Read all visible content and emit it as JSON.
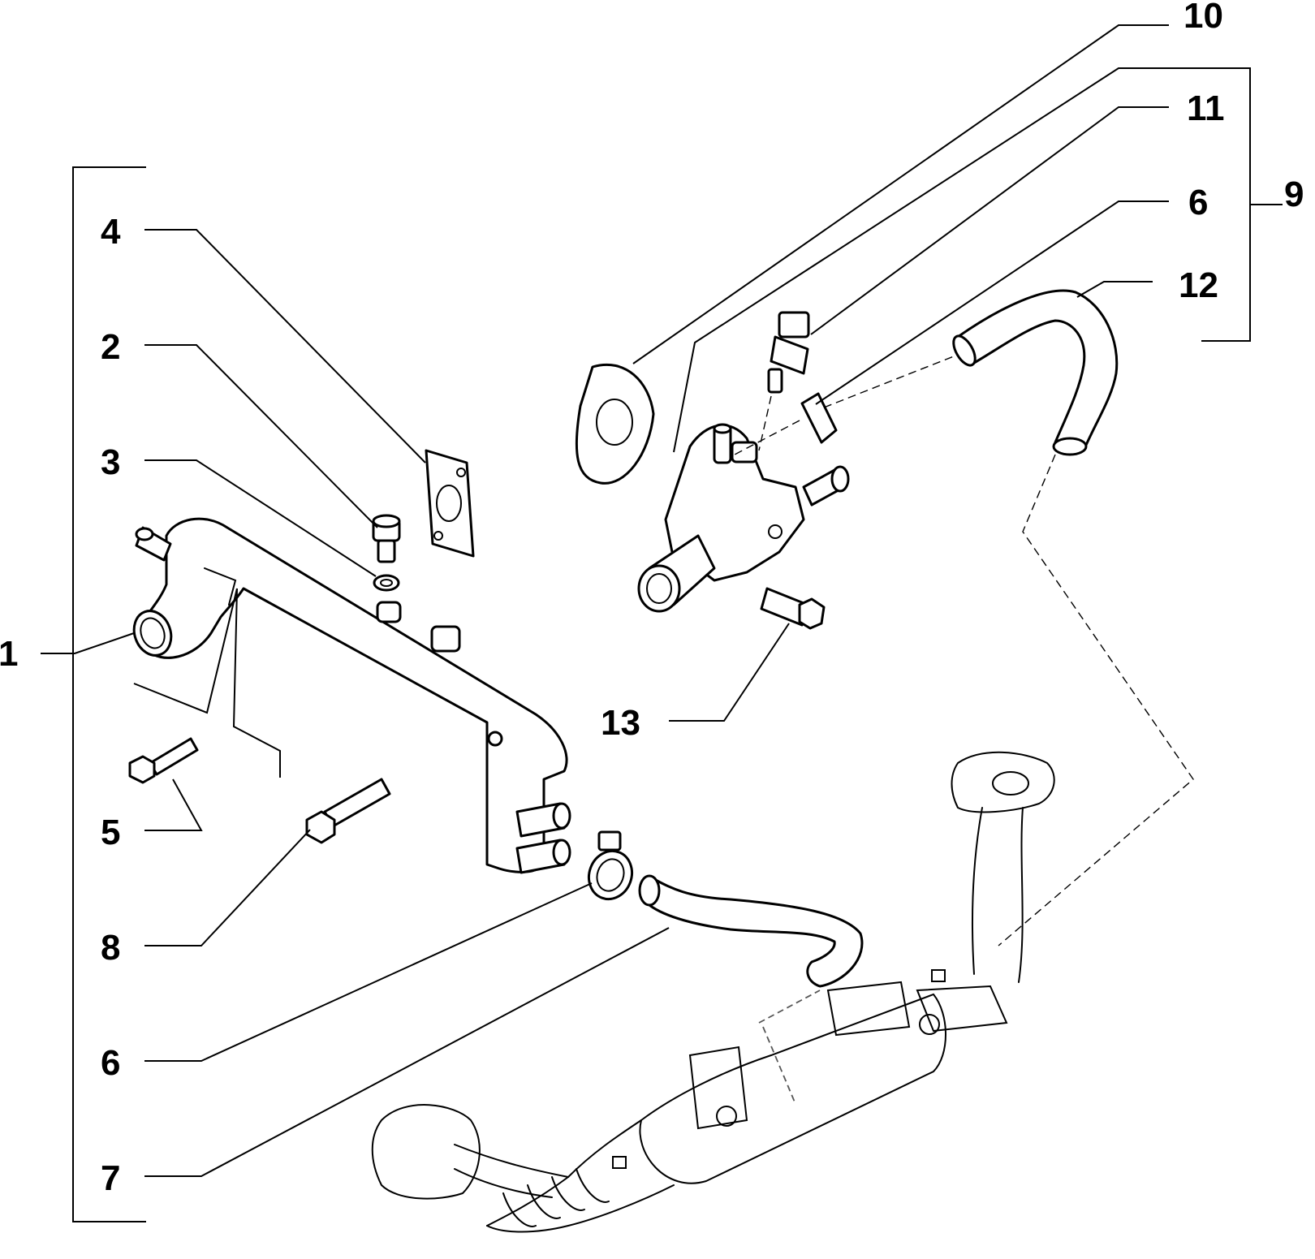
{
  "callouts": {
    "c1": "1",
    "c2": "2",
    "c3": "3",
    "c4": "4",
    "c5": "5",
    "c6a": "6",
    "c6b": "6",
    "c7": "7",
    "c8": "8",
    "c9": "9",
    "c10": "10",
    "c11": "11",
    "c12": "12",
    "c13": "13"
  },
  "colors": {
    "ink": "#000000",
    "paper": "#ffffff"
  }
}
